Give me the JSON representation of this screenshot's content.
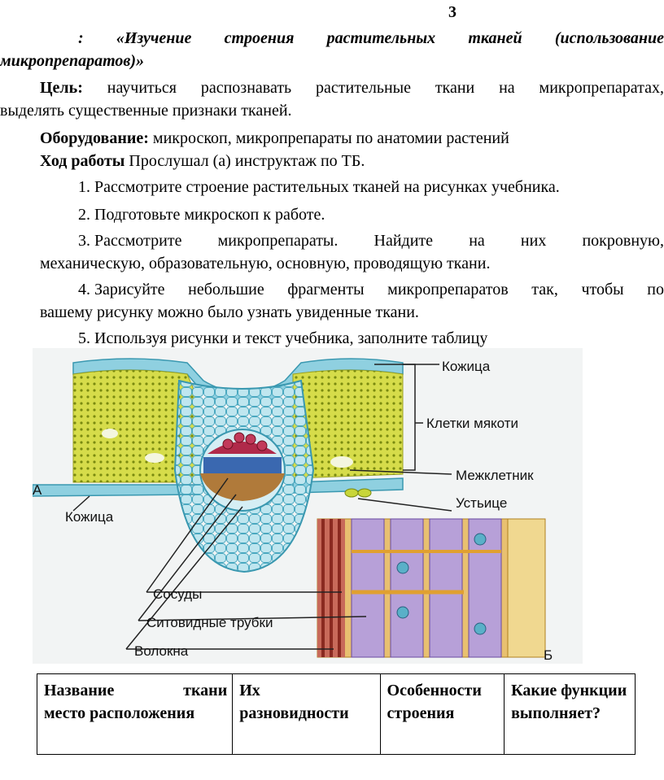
{
  "page_number": "3",
  "title": {
    "line1_words": [
      ":",
      "«Изучение",
      "строения",
      "растительных",
      "тканей",
      "(использование"
    ],
    "line2": "микропрепаратов)»"
  },
  "goal": {
    "label": "Цель:",
    "line1_words": [
      "научиться",
      "распознавать",
      "растительные",
      "ткани",
      "на",
      "микропрепаратах,"
    ],
    "line2": "выделять существенные признаки тканей."
  },
  "equipment": {
    "label": "Оборудование:",
    "text": " микроскоп, микропрепараты по анатомии растений"
  },
  "course": {
    "label": "Ход работы",
    "text": " Прослушал (а) инструктаж по ТБ."
  },
  "steps": {
    "s1": "1. Рассмотрите строение растительных тканей на рисунках учебника.",
    "s2": "2. Подготовьте микроскоп к работе.",
    "s3_line1_words": [
      "3. Рассмотрите",
      "микропрепараты.",
      "Найдите",
      "на",
      "них",
      "покровную,"
    ],
    "s3_line2": "механическую, образовательную, основную, проводящую ткани.",
    "s4_line1_words": [
      "4. Зарисуйте",
      "небольшие",
      "фрагменты",
      "микропрепаратов",
      "так,",
      "чтобы",
      "по"
    ],
    "s4_line2": "вашему рисунку можно было узнать увиденные ткани.",
    "s5": "5. Используя рисунки и текст учебника, заполните таблицу"
  },
  "figure": {
    "labels": {
      "skin_right": "Кожица",
      "mesophyll": "Клетки мякоти",
      "intercellular": "Межклетник",
      "stoma": "Устьице",
      "panel_a": "А",
      "skin_left": "Кожица",
      "vessels": "Сосуды",
      "sieve_tubes": "Ситовидные трубки",
      "fibers": "Волокна",
      "panel_b": "Б"
    },
    "colors": {
      "epidermis": "#8fd0e0",
      "mesophyll": "#d6dc4a",
      "phloem_red": "#b02a4a",
      "xylem_brown": "#b07a3a",
      "vessel_purple": "#b7a0d8",
      "fiber_orange": "#e0a030"
    }
  },
  "table": {
    "headers": {
      "col1_line1_words": [
        "Название",
        "ткани"
      ],
      "col1_line2": "место расположения",
      "col2_line1": "Их",
      "col2_line2": "разновидности",
      "col3": "Особенности строения",
      "col4": "Какие функции выполняет?"
    }
  }
}
